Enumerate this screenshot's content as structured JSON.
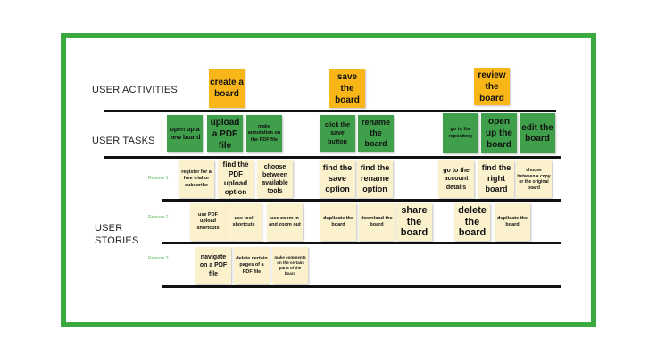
{
  "labels": {
    "activities": "USER ACTIVITIES",
    "tasks": "USER TASKS",
    "stories": "USER STORIES"
  },
  "releases": [
    "Release 1",
    "Release 2",
    "Release 3"
  ],
  "activities": [
    "create a board",
    "save the board",
    "review the board"
  ],
  "tasks": [
    "open up a new board",
    "upload a PDF file",
    "make annotation on the PDF file",
    "click the save button",
    "rename the board",
    "go to the repository",
    "open up the board",
    "edit the board"
  ],
  "release1": [
    "register for a free trial or subscribe",
    "find the PDF upload option",
    "choose between available tools",
    "find the save option",
    "find the rename option",
    "go to the account details",
    "find the right board",
    "choose between a copy or the original board"
  ],
  "release2": [
    "use PDF upload shortcuts",
    "use tool shortcuts",
    "use zoom in and zoom out",
    "duplicate the board",
    "download the board",
    "share the board",
    "delete the board",
    "duplicate the board"
  ],
  "release3": [
    "navigate on a PDF file",
    "delete certain pages of a PDF file",
    "make comments on the certain parts of the board"
  ],
  "colors": {
    "frame": "#3aaa3f",
    "activity": "#f8b619",
    "task": "#3f9f4a",
    "story": "#fcf1cd"
  }
}
